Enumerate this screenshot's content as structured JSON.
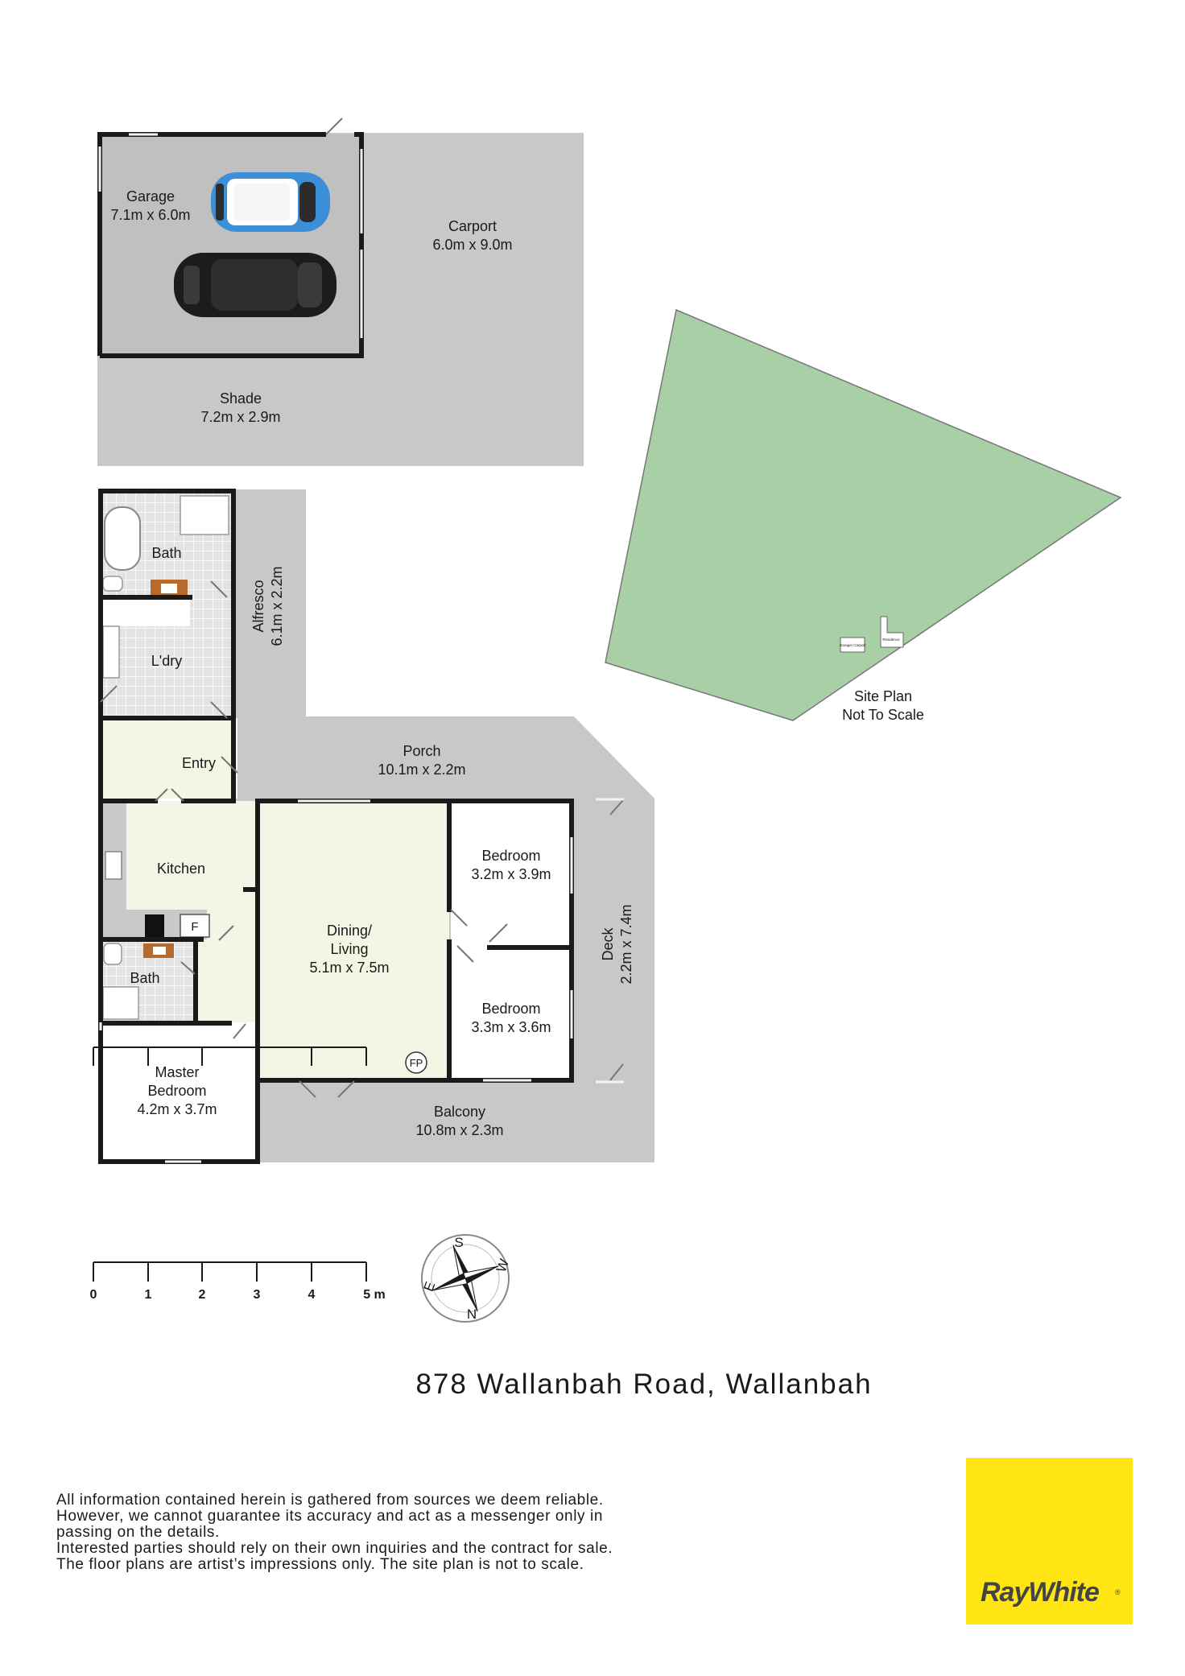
{
  "colors": {
    "outdoor": "#c8c8c8",
    "wall": "#1a1a1a",
    "tile": "#e2e2e2",
    "living_floor": "#f4f5e4",
    "site_green": "#a8cfa6",
    "car_blue": "#3b8fd9",
    "car_black": "#1c1c1c",
    "logo_yellow": "#ffe512"
  },
  "rooms": {
    "garage": {
      "name": "Garage",
      "size": "7.1m x 6.0m"
    },
    "carport": {
      "name": "Carport",
      "size": "6.0m x 9.0m"
    },
    "shade": {
      "name": "Shade",
      "size": "7.2m x 2.9m"
    },
    "bath_top": {
      "name": "Bath"
    },
    "laundry": {
      "name": "L'dry"
    },
    "alfresco": {
      "name": "Alfresco",
      "size": "6.1m x 2.2m"
    },
    "entry": {
      "name": "Entry"
    },
    "porch": {
      "name": "Porch",
      "size": "10.1m x 2.2m"
    },
    "kitchen": {
      "name": "Kitchen"
    },
    "fridge": {
      "name": "F"
    },
    "dining": {
      "line1": "Dining/",
      "line2": "Living",
      "size": "5.1m x 7.5m"
    },
    "fireplace": {
      "name": "FP"
    },
    "bedroom_1": {
      "name": "Bedroom",
      "size": "3.2m x 3.9m"
    },
    "bedroom_2": {
      "name": "Bedroom",
      "size": "3.3m x 3.6m"
    },
    "bath_mid": {
      "name": "Bath"
    },
    "master": {
      "line1": "Master",
      "line2": "Bedroom",
      "size": "4.2m x 3.7m"
    },
    "balcony": {
      "name": "Balcony",
      "size": "10.8m x 2.3m"
    },
    "deck": {
      "name": "Deck",
      "size": "2.2m x 7.4m"
    }
  },
  "site_plan": {
    "line1": "Site Plan",
    "line2": "Not To Scale",
    "garage_label": "Garage/ Carport",
    "residence_label": "Residence"
  },
  "scale_bar": {
    "ticks": [
      "0",
      "1",
      "2",
      "3",
      "4"
    ],
    "last": "5 m"
  },
  "compass": {
    "s": "S",
    "w": "W",
    "n": "N",
    "e": "E"
  },
  "address": "878 Wallanbah Road, Wallanbah",
  "disclaimer": [
    "All information contained herein is gathered from sources we deem reliable.",
    "However, we cannot guarantee its accuracy and act as a messenger only in",
    "passing on the details.",
    "Interested parties should rely on their own inquiries and the contract for sale.",
    "The floor plans are artist’s impressions only. The site plan is not to scale."
  ],
  "logo": "RayWhite"
}
